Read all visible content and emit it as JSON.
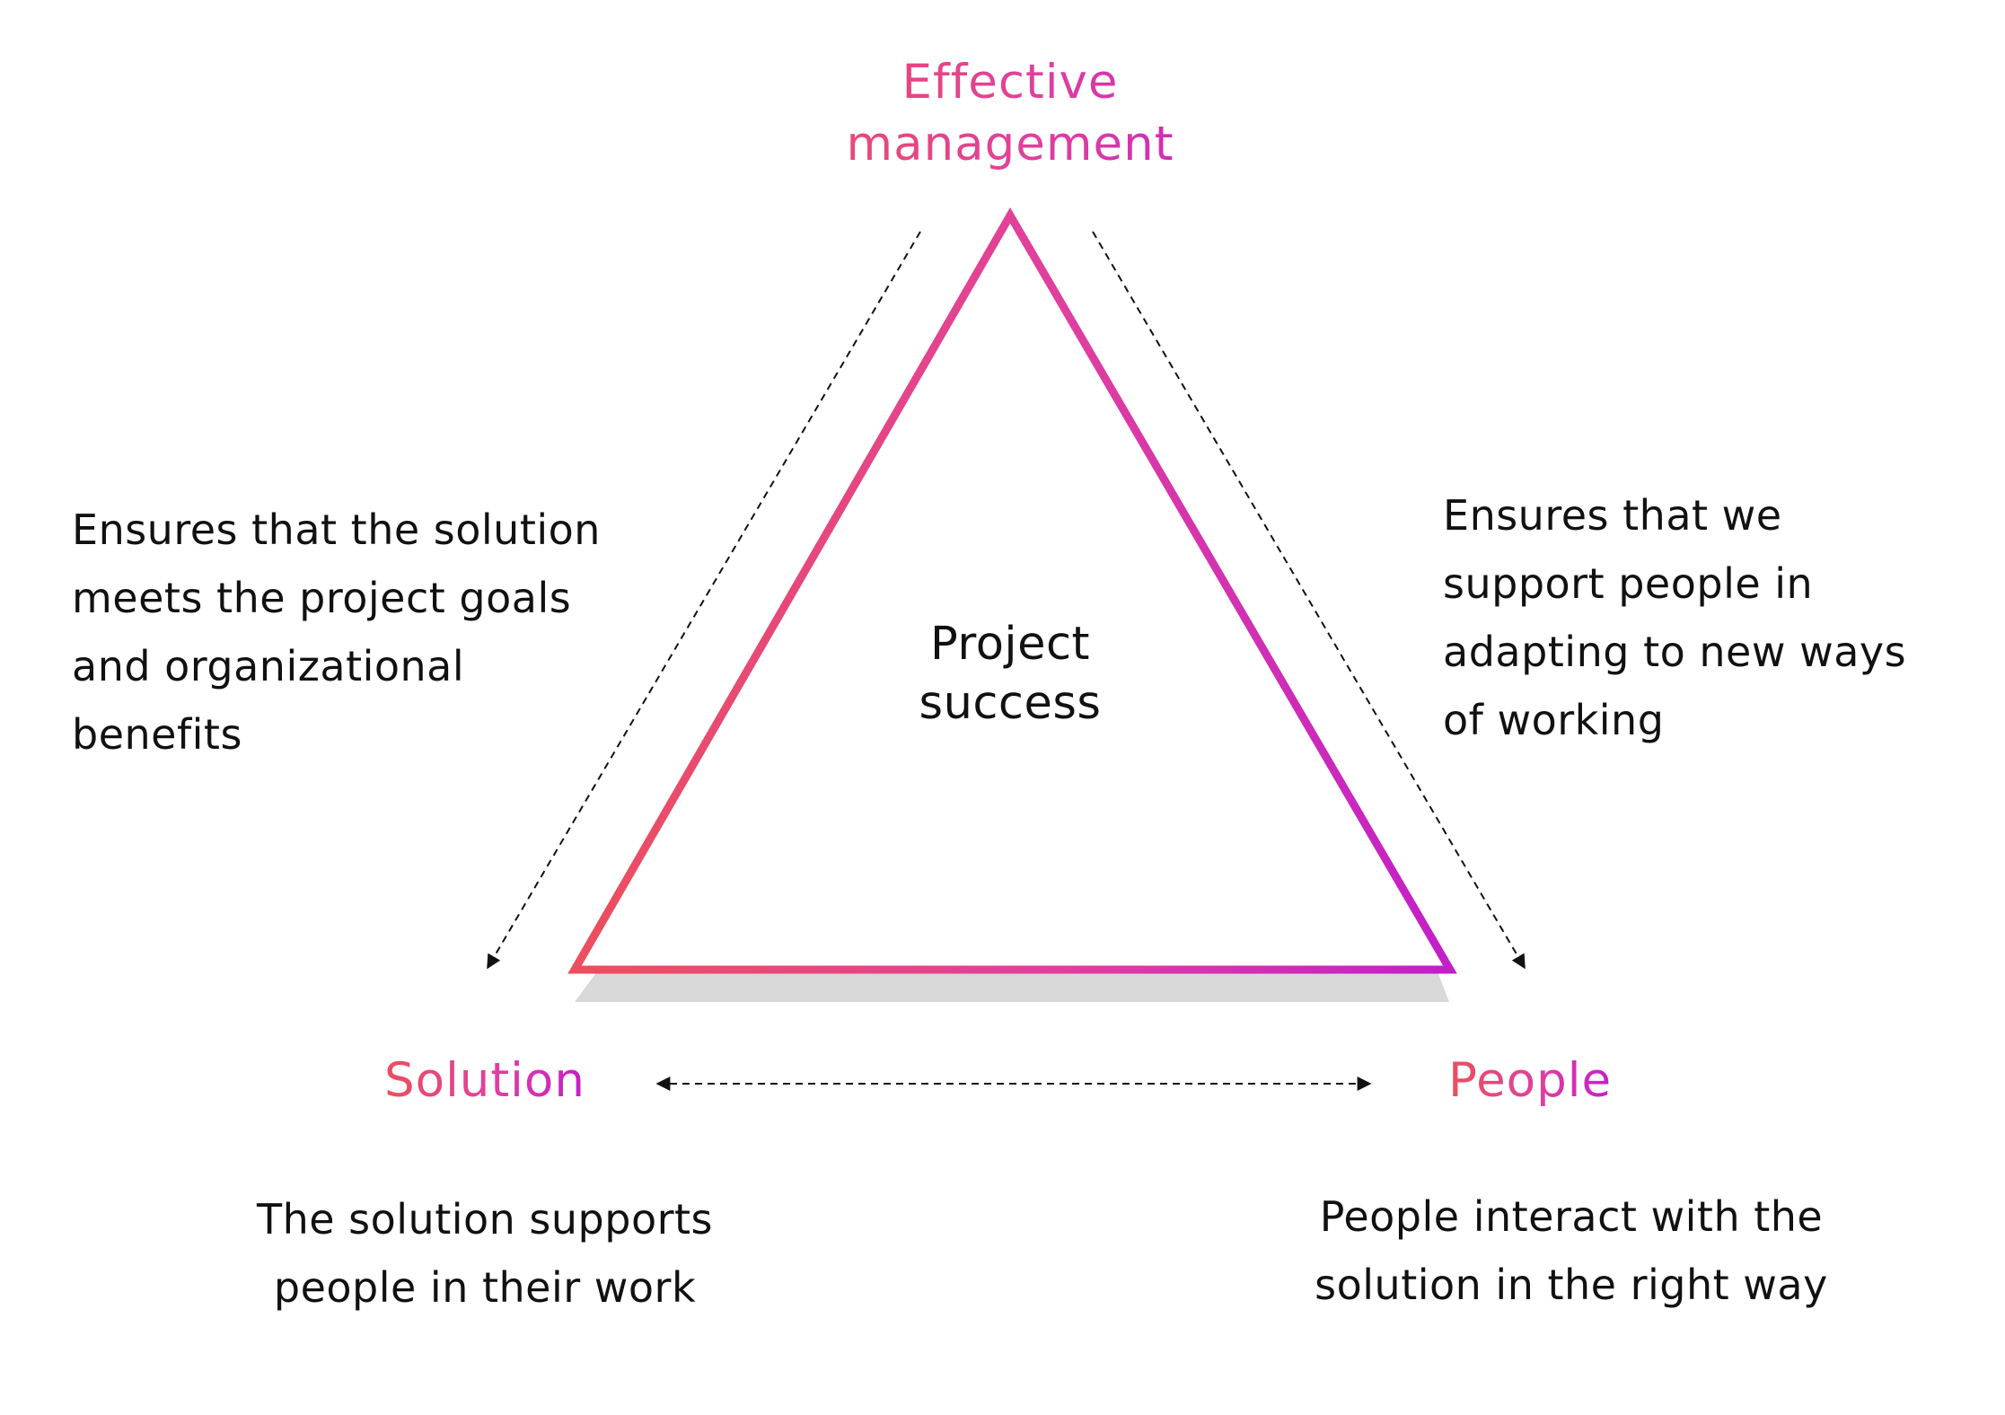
{
  "diagram": {
    "apex_label": [
      "Effective",
      "management"
    ],
    "center_label": [
      "Project",
      "success"
    ],
    "left_vertex_label": "Solution",
    "right_vertex_label": "People",
    "left_side_text": [
      "Ensures that the solution",
      "meets the project goals",
      "and organizational",
      "benefits"
    ],
    "right_side_text": [
      "Ensures that we",
      "support people in",
      "adapting to new ways",
      "of working"
    ],
    "bottom_left_text": [
      "The solution supports",
      "people in their work"
    ],
    "bottom_right_text": [
      "People interact with the",
      "solution in the right way"
    ],
    "colors": {
      "gradient_start": "#ec4f5d",
      "gradient_mid": "#e0409e",
      "gradient_end": "#c21fc9",
      "shadow": "#d9d9d9",
      "text": "#111111",
      "arrow": "#111111"
    }
  }
}
